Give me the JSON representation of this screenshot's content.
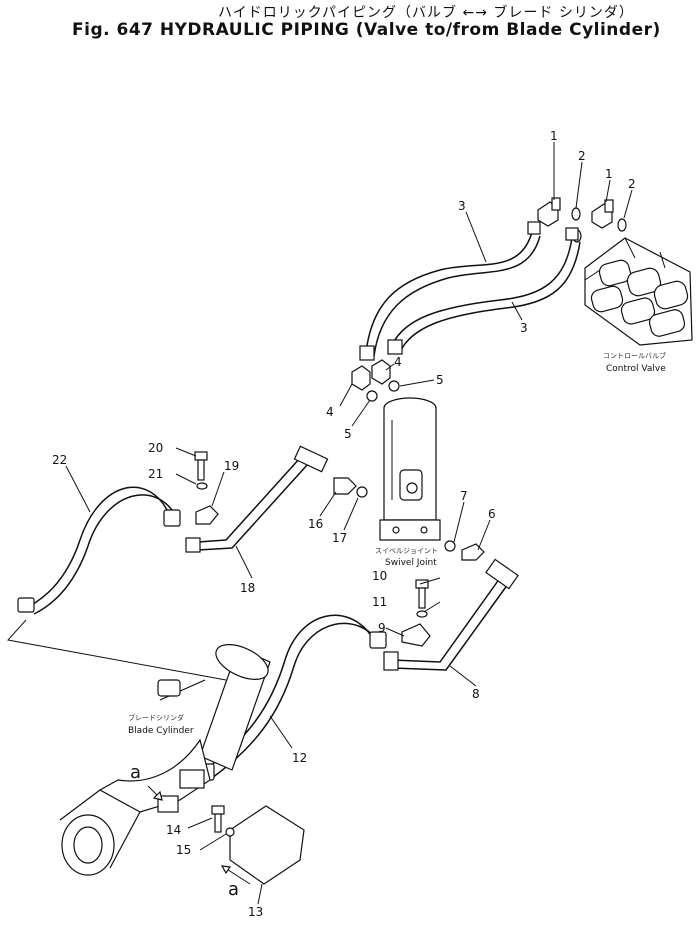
{
  "title": {
    "japanese": "ハイドロリックパイピング（バルブ ←→ ブレード シリンダ）",
    "main": "Fig. 647 HYDRAULIC PIPING (Valve to/from Blade Cylinder)"
  },
  "captions": {
    "control_valve_jp": "コントロールバルブ",
    "control_valve": "Control Valve",
    "swivel_joint_jp": "スイベルジョイント",
    "swivel_joint": "Swivel Joint",
    "blade_cylinder_jp": "ブレードシリンダ",
    "blade_cylinder": "Blade Cylinder"
  },
  "view_marker": "a",
  "callouts": [
    "1",
    "1",
    "2",
    "2",
    "3",
    "3",
    "4",
    "4",
    "5",
    "5",
    "6",
    "7",
    "8",
    "9",
    "10",
    "11",
    "12",
    "13",
    "14",
    "15",
    "16",
    "17",
    "18",
    "19",
    "20",
    "21",
    "22"
  ]
}
